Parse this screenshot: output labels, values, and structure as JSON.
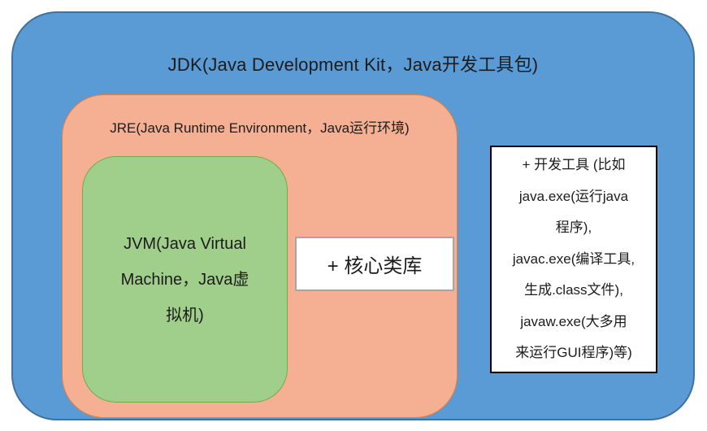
{
  "colors": {
    "canvas_bg": "#ffffff",
    "jdk_fill": "#5B9BD5",
    "jdk_border": "#41719C",
    "jre_fill": "#F5B094",
    "jre_border": "#ED7D31",
    "jvm_fill": "#A0CE8B",
    "jvm_border": "#70AD47",
    "core_border": "#A6A6A6",
    "tools_border": "#000000",
    "ink": "#1c1c1c"
  },
  "diagram": {
    "jdk": {
      "label": "JDK(Java Development Kit，Java开发工具包)"
    },
    "jre": {
      "label": "JRE(Java Runtime Environment，Java运行环境)"
    },
    "jvm": {
      "label": "JVM(Java Virtual Machine，Java虚拟机)",
      "lines": [
        "JVM(Java Virtual",
        "Machine，Java虚",
        "拟机)"
      ]
    },
    "core_library": {
      "label": "+ 核心类库"
    },
    "dev_tools": {
      "label": "+ 开发工具 (比如 java.exe(运行java 程序), javac.exe(编译工具, 生成.class文件), javaw.exe(大多用来运行GUI程序)等)",
      "lines": [
        "+ 开发工具 (比如",
        "java.exe(运行java",
        "程序),",
        "javac.exe(编译工具,",
        "生成.class文件),",
        "javaw.exe(大多用",
        "来运行GUI程序)等)"
      ]
    }
  }
}
